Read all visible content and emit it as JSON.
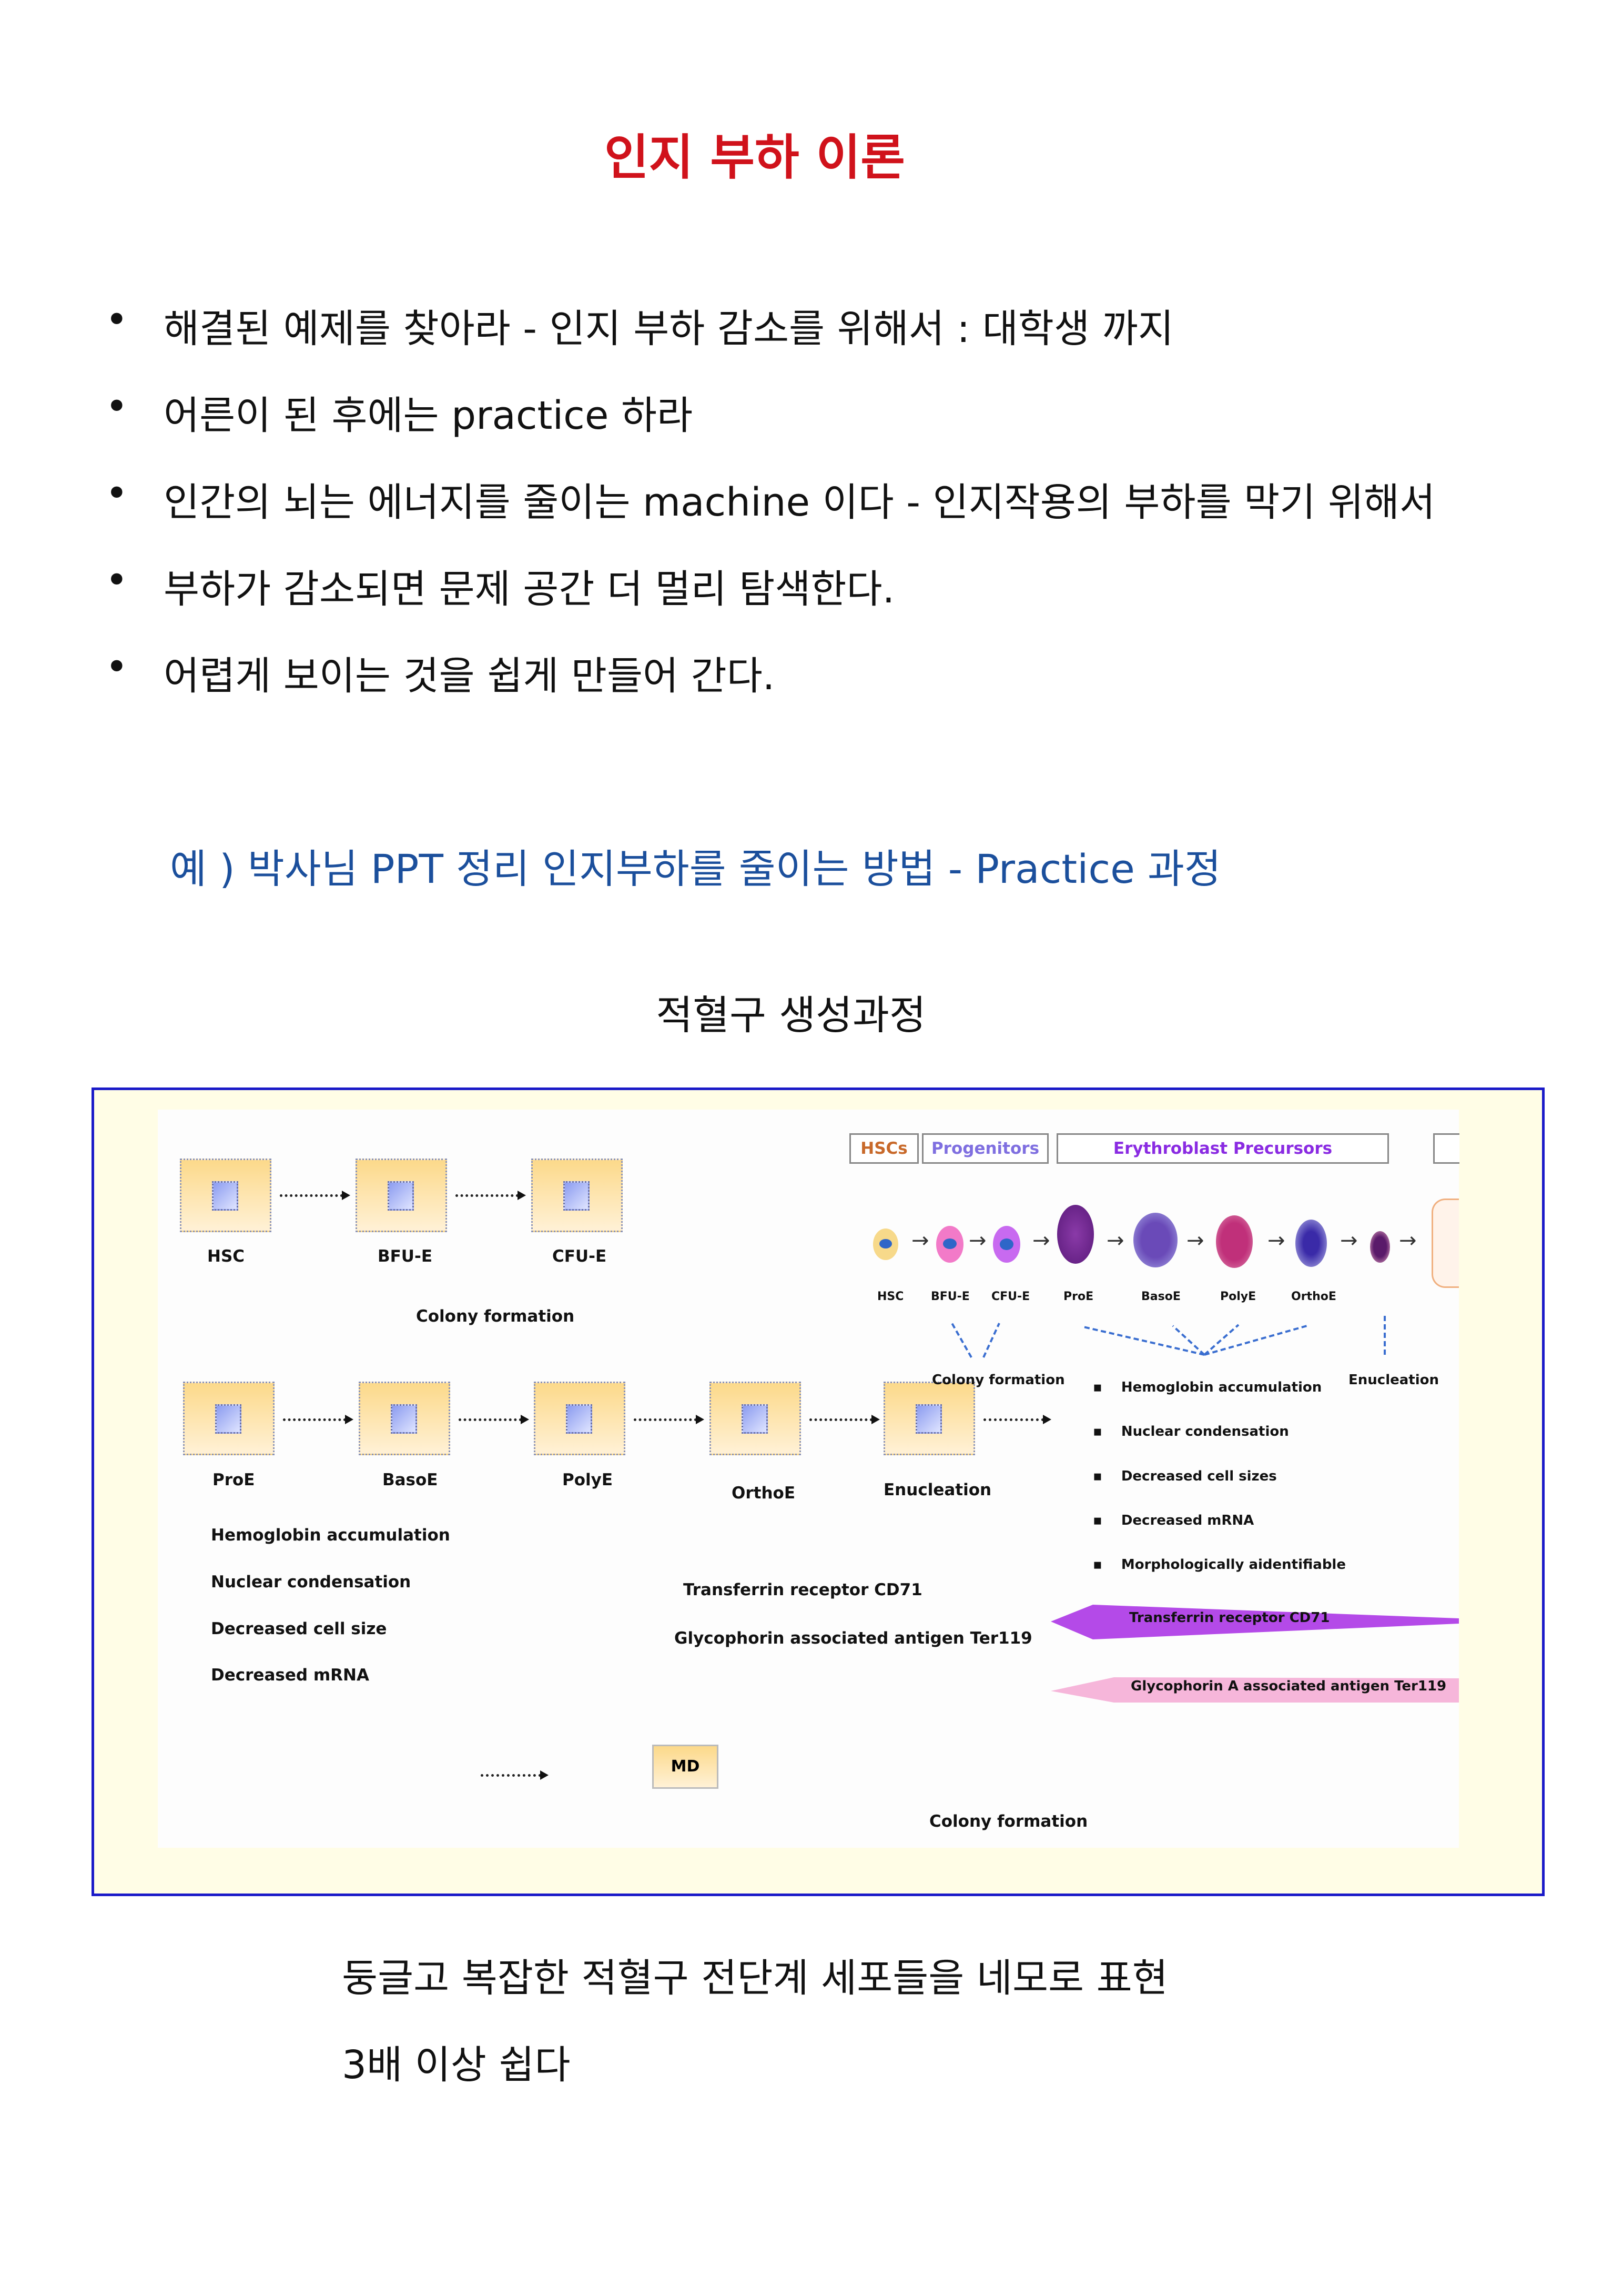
{
  "title": "인지 부하 이론",
  "bullets": [
    "해결된 예제를 찾아라   - 인지 부하 감소를 위해서  : 대학생 까지",
    "어른이 된 후에는 practice 하라",
    "인간의 뇌는 에너지를 줄이는 machine 이다 - 인지작용의 부하를 막기 위해서",
    "부하가 감소되면 문제 공간 더 멀리 탐색한다.",
    "어렵게 보이는 것을 쉽게 만들어 간다."
  ],
  "bullet_symbol": "•",
  "example": "예 )  박사님 PPT 정리  인지부하를 줄이는 방법 -  Practice 과정",
  "subtitle": "적혈구 생성과정",
  "diagram": {
    "row1": [
      "HSC",
      "BFU-E",
      "CFU-E"
    ],
    "colony1": "Colony formation",
    "row2": [
      "ProE",
      "BasoE",
      "PolyE",
      "OrthoE",
      "Enucleation"
    ],
    "features": [
      "Hemoglobin accumulation",
      "Nuclear condensation",
      "Decreased cell size",
      "Decreased mRNA"
    ],
    "markers": [
      "Transferrin receptor CD71",
      "Glycophorin associated antigen Ter119"
    ],
    "md": "MD",
    "colony2": "Colony formation",
    "figure": {
      "headers": [
        "HSCs",
        "Progenitors",
        "Erythroblast Precursors"
      ],
      "header_colors": [
        "#c8692a",
        "#7f6fe0",
        "#8a2be2"
      ],
      "cells": [
        "HSC",
        "BFU-E",
        "CFU-E",
        "ProE",
        "BasoE",
        "PolyE",
        "OrthoE"
      ],
      "colony": "Colony formation",
      "enucleation": "Enucleation",
      "bullets": [
        "Hemoglobin accumulation",
        "Nuclear condensation",
        "Decreased cell sizes",
        "Decreased mRNA",
        "Morphologically aidentifiable"
      ],
      "markers": [
        "Transferrin receptor CD71",
        "Glycophorin A associated antigen Ter119"
      ]
    }
  },
  "caption": [
    "둥글고 복잡한 적혈구 전단계 세포들을 네모로 표현",
    "3배 이상 쉽다"
  ]
}
